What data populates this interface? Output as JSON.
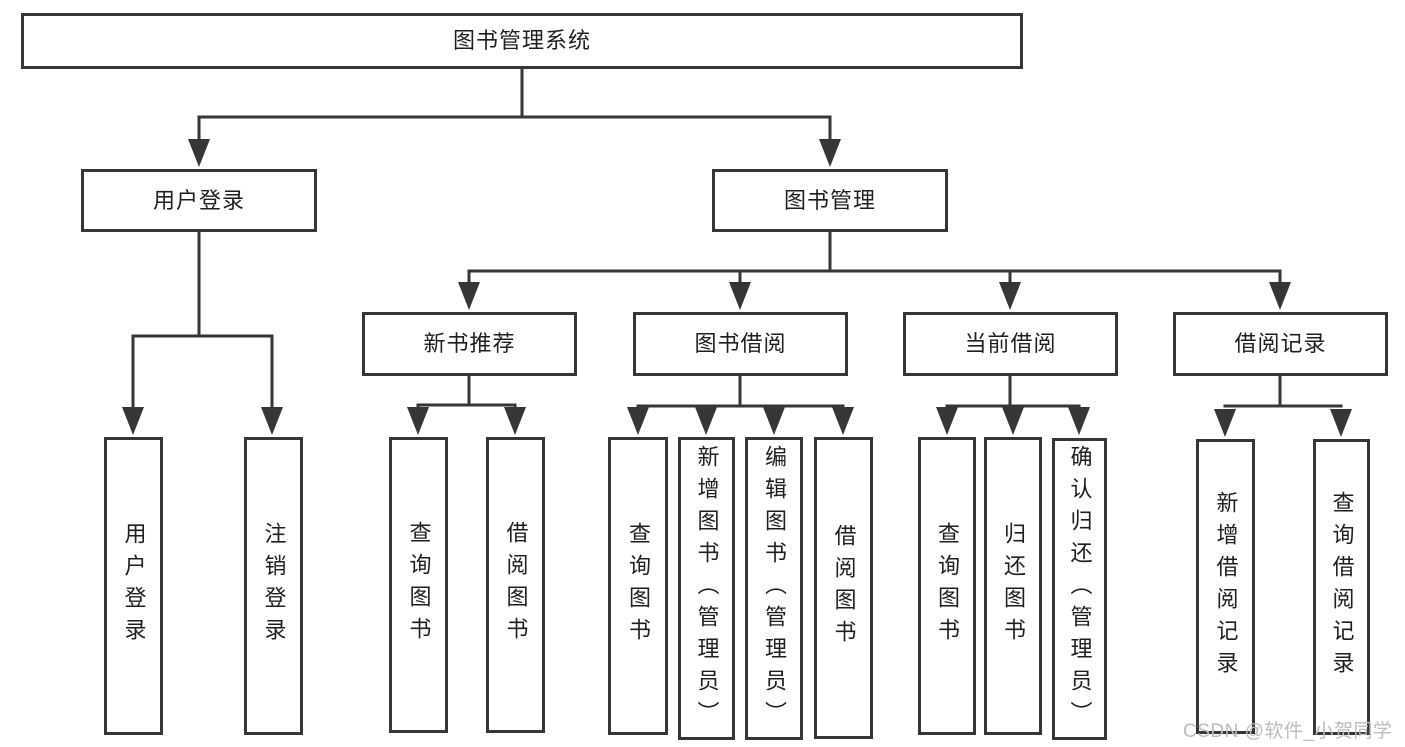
{
  "watermark": "CSDN @软件_小贺同学",
  "colors": {
    "line": "#363636",
    "box_border": "#363636",
    "text": "#1f1f1f",
    "watermark": "#bdbdbd",
    "background": "#ffffff"
  },
  "tree": {
    "root": {
      "label": "图书管理系统"
    },
    "branches": [
      {
        "label": "用户登录",
        "children": [
          {
            "label": "用户登录"
          },
          {
            "label": "注销登录"
          }
        ]
      },
      {
        "label": "图书管理",
        "children": [
          {
            "label": "新书推荐",
            "children": [
              {
                "label": "查询图书"
              },
              {
                "label": "借阅图书"
              }
            ]
          },
          {
            "label": "图书借阅",
            "children": [
              {
                "label": "查询图书"
              },
              {
                "label": "新增图书（管理员）"
              },
              {
                "label": "编辑图书（管理员）"
              },
              {
                "label": "借阅图书"
              }
            ]
          },
          {
            "label": "当前借阅",
            "children": [
              {
                "label": "查询图书"
              },
              {
                "label": "归还图书"
              },
              {
                "label": "确认归还（管理员）"
              }
            ]
          },
          {
            "label": "借阅记录",
            "children": [
              {
                "label": "新增借阅记录"
              },
              {
                "label": "查询借阅记录"
              }
            ]
          }
        ]
      }
    ]
  }
}
